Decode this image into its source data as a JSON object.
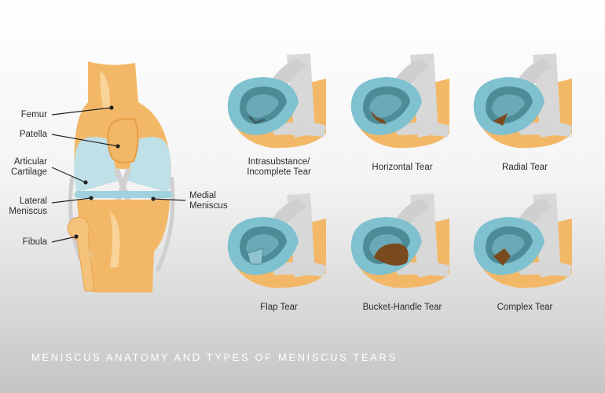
{
  "anatomy_labels": {
    "femur": "Femur",
    "patella": "Patella",
    "articular_cartilage": [
      "Articular",
      "Cartilage"
    ],
    "lateral_meniscus": [
      "Lateral",
      "Meniscus"
    ],
    "medial_meniscus": [
      "Medial",
      "Meniscus"
    ],
    "fibula": "Fibula"
  },
  "tears": [
    {
      "label": [
        "Intrasubstance/",
        "Incomplete Tear"
      ],
      "type": "intrasubstance"
    },
    {
      "label": [
        "Horizontal Tear"
      ],
      "type": "horizontal"
    },
    {
      "label": [
        "Radial Tear"
      ],
      "type": "radial"
    },
    {
      "label": [
        "Flap Tear"
      ],
      "type": "flap"
    },
    {
      "label": [
        "Bucket-Handle Tear"
      ],
      "type": "bucket"
    },
    {
      "label": [
        "Complex Tear"
      ],
      "type": "complex"
    }
  ],
  "caption": "MENISCUS ANATOMY AND TYPES OF MENISCUS TEARS",
  "colors": {
    "bone": "#f3b867",
    "bone_light": "#f9d49a",
    "cartilage": "#bfe0e6",
    "meniscus": "#7fc1cf",
    "meniscus_dark": "#4d8b96",
    "ligament": "#d4d4d4",
    "tear": "#7a4a1f"
  }
}
